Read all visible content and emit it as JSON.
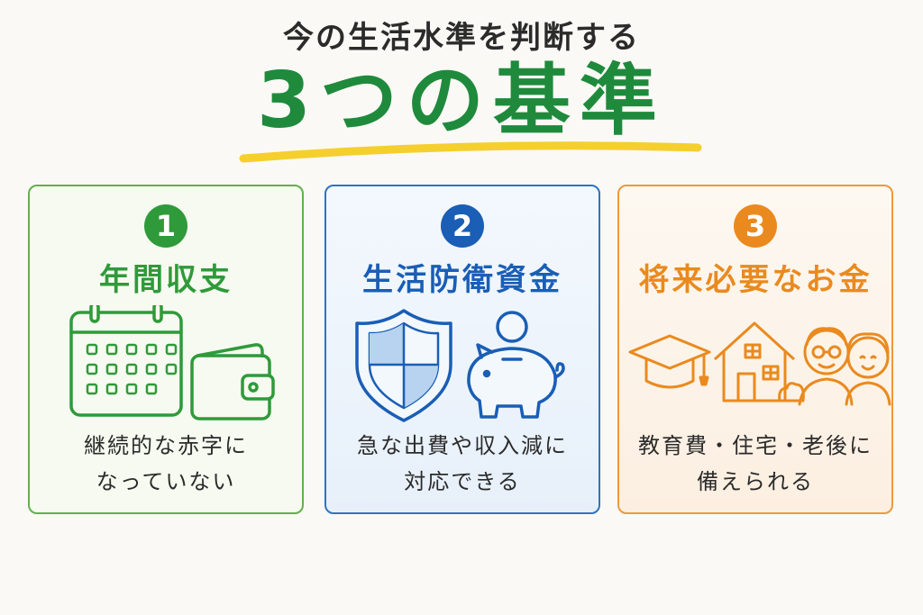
{
  "header": {
    "subtitle": "今の生活水準を判断する",
    "title": "3つの基準"
  },
  "colors": {
    "green": "#2f9a3a",
    "blue": "#1a5eb5",
    "orange": "#ea8a1e",
    "underline": "#f5cf2e"
  },
  "cards": [
    {
      "number": "1",
      "title": "年間収支",
      "desc_line1": "継続的な赤字に",
      "desc_line2": "なっていない",
      "icons": [
        "calendar-icon",
        "wallet-icon"
      ]
    },
    {
      "number": "2",
      "title": "生活防衛資金",
      "desc_line1": "急な出費や収入減に",
      "desc_line2": "対応できる",
      "icons": [
        "shield-icon",
        "piggy-bank-icon"
      ]
    },
    {
      "number": "3",
      "title": "将来必要なお金",
      "desc_line1": "教育費・住宅・老後に",
      "desc_line2": "備えられる",
      "icons": [
        "graduation-cap-icon",
        "house-icon",
        "elderly-couple-icon"
      ]
    }
  ]
}
